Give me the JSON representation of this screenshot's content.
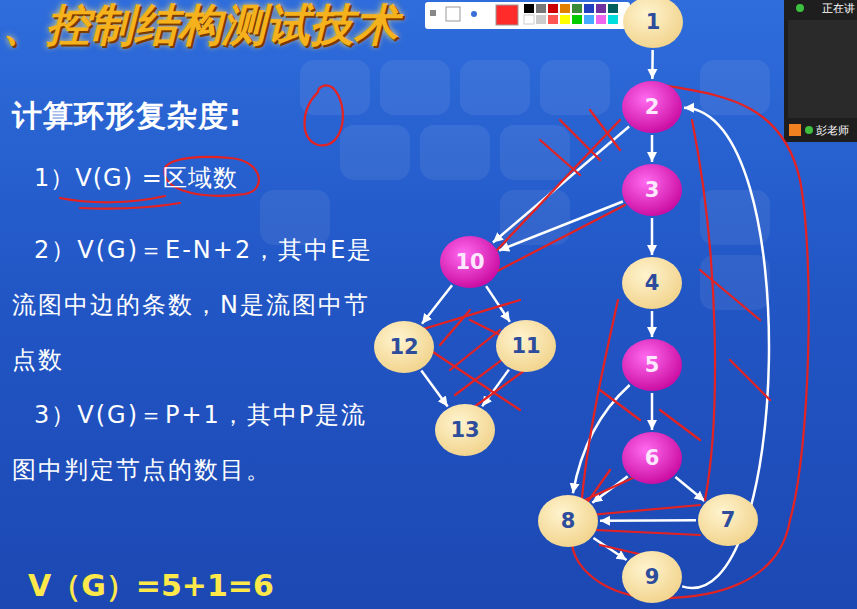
{
  "diagram": {
    "title": "、控制结构测试技术",
    "nodes": [
      {
        "text": [
          "1"
        ]
      },
      {
        "text": [
          "2"
        ]
      },
      {
        "text": [
          "3"
        ]
      },
      {
        "text": [
          "4"
        ]
      },
      {
        "text": [
          "5"
        ]
      },
      {
        "text": [
          "6"
        ]
      },
      {
        "text": [
          "7"
        ]
      },
      {
        "text": [
          "8"
        ]
      },
      {
        "text": [
          "9"
        ]
      },
      {
        "text": [
          "10"
        ]
      },
      {
        "text": [
          "11"
        ]
      },
      {
        "text": [
          "12"
        ]
      },
      {
        "text": [
          "13"
        ]
      }
    ],
    "edges": [
      {
        "from": 0,
        "to": 1,
        "arrow": "to"
      },
      {
        "from": 1,
        "to": 2,
        "arrow": "to"
      },
      {
        "from": 2,
        "to": 3,
        "arrow": "to"
      },
      {
        "from": 3,
        "to": 4,
        "arrow": "to"
      },
      {
        "from": 4,
        "to": 5,
        "arrow": "to"
      },
      {
        "from": 5,
        "to": 6,
        "arrow": "to"
      },
      {
        "from": 5,
        "to": 7,
        "arrow": "to"
      },
      {
        "from": 6,
        "to": 7,
        "arrow": "to"
      },
      {
        "from": 4,
        "to": 7,
        "arrow": "to"
      },
      {
        "from": 7,
        "to": 8,
        "arrow": "to"
      },
      {
        "from": 8,
        "to": 1,
        "arrow": "to"
      },
      {
        "from": 1,
        "to": 9,
        "arrow": "to"
      },
      {
        "from": 2,
        "to": 9,
        "arrow": "to"
      },
      {
        "from": 9,
        "to": 11,
        "arrow": "to"
      },
      {
        "from": 9,
        "to": 10,
        "arrow": "to"
      },
      {
        "from": 11,
        "to": 12,
        "arrow": "to"
      },
      {
        "from": 10,
        "to": 12,
        "arrow": "to"
      }
    ],
    "labels": [
      "计算环形复杂度:",
      "1）V(G) =区域数",
      "2）V(G)＝E-N+2，其中E是流图中边的条数，N是流图中节点数",
      "3）V(G)＝P+1，其中P是流图中判定节点的数目。",
      "V（G）=5+1=6",
      "正在讲",
      "彭老师"
    ]
  }
}
